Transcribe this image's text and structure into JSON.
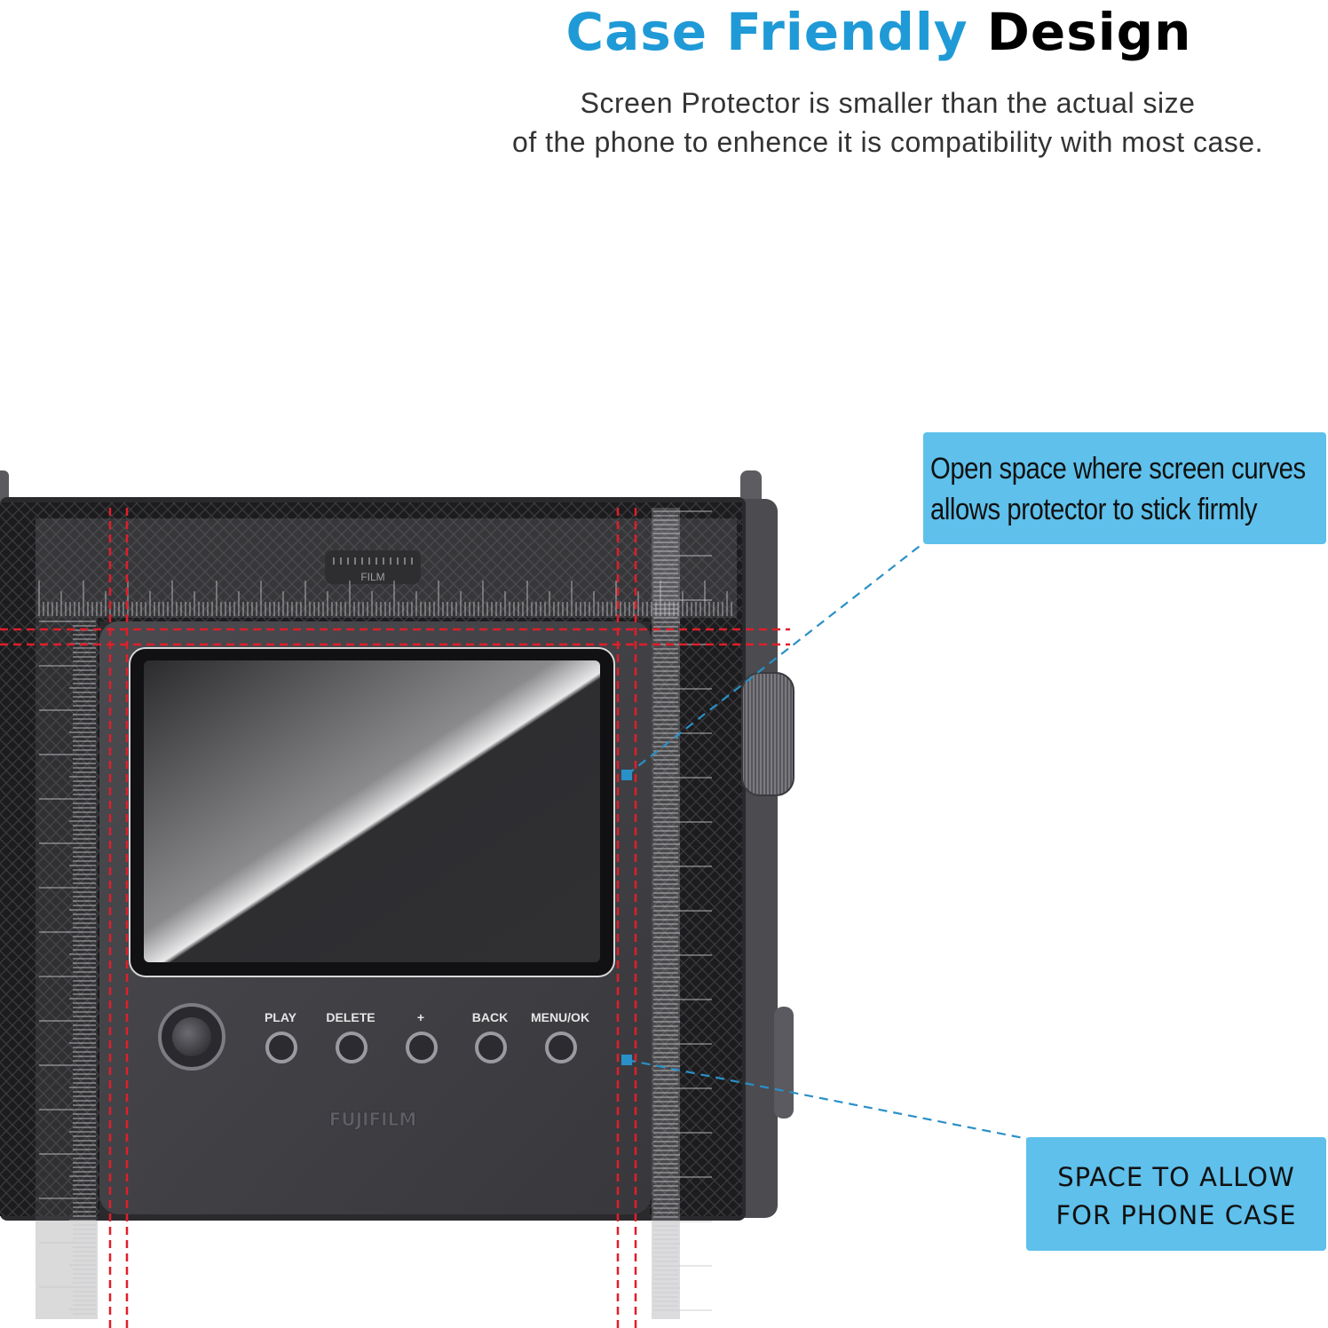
{
  "headline": {
    "blue": "Case Friendly",
    "black": "Design"
  },
  "subtitle": {
    "line1": "Screen Protector is smaller than the actual size",
    "line2": "of the phone to enhence it is compatibility with most case."
  },
  "callouts": {
    "top": {
      "line1": "Open space where screen curves",
      "line2": "allows protector to stick firmly"
    },
    "bottom": {
      "line1": "SPACE TO ALLOW",
      "line2": "FOR PHONE CASE"
    }
  },
  "camera": {
    "buttons": [
      "PLAY",
      "DELETE",
      "+",
      "BACK",
      "MENU/OK"
    ],
    "film_label": "FILM",
    "brand": "FUJIFILM"
  },
  "colors": {
    "headline_blue": "#1f9ad6",
    "callout_bg": "#5ec0eb",
    "guide_red": "#e01e2a",
    "leader_blue": "#2a90c8",
    "camera_body": "#3c3c40",
    "grip_texture": "#1c1c1e"
  },
  "icons": [
    "joystick-icon",
    "dial-icon",
    "side-button-icon"
  ]
}
